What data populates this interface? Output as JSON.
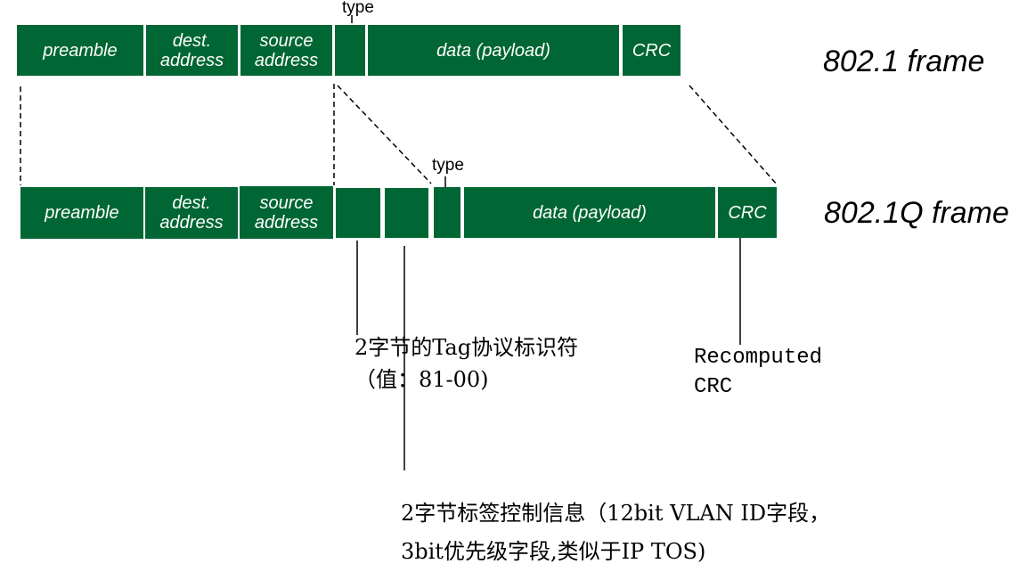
{
  "colors": {
    "field_fill": "#006633",
    "field_text": "#ffffff",
    "line": "#000000"
  },
  "frame_8021": {
    "name": "802.1 frame",
    "type_label": "type",
    "fields": [
      {
        "id": "preamble",
        "label": "preamble"
      },
      {
        "id": "dest",
        "label": "dest.\naddress"
      },
      {
        "id": "source",
        "label": "source\naddress"
      },
      {
        "id": "type",
        "label": ""
      },
      {
        "id": "data",
        "label": "data (payload)"
      },
      {
        "id": "crc",
        "label": "CRC"
      }
    ]
  },
  "frame_8021q": {
    "name": "802.1Q frame",
    "type_label": "type",
    "fields": [
      {
        "id": "preamble",
        "label": "preamble"
      },
      {
        "id": "dest",
        "label": "dest.\naddress"
      },
      {
        "id": "source",
        "label": "source\naddress"
      },
      {
        "id": "tpid",
        "label": ""
      },
      {
        "id": "tci",
        "label": ""
      },
      {
        "id": "type",
        "label": ""
      },
      {
        "id": "data",
        "label": "data (payload)"
      },
      {
        "id": "crc",
        "label": "CRC"
      }
    ]
  },
  "annotations": {
    "tpid": {
      "line1": "2字节的Tag协议标识符",
      "line2": "（值：81-00)"
    },
    "crc": {
      "line1": "Recomputed",
      "line2": "CRC"
    },
    "tci": {
      "line1": "2字节标签控制信息（12bit VLAN ID字段，",
      "line2": "3bit优先级字段,类似于IP TOS)"
    }
  }
}
